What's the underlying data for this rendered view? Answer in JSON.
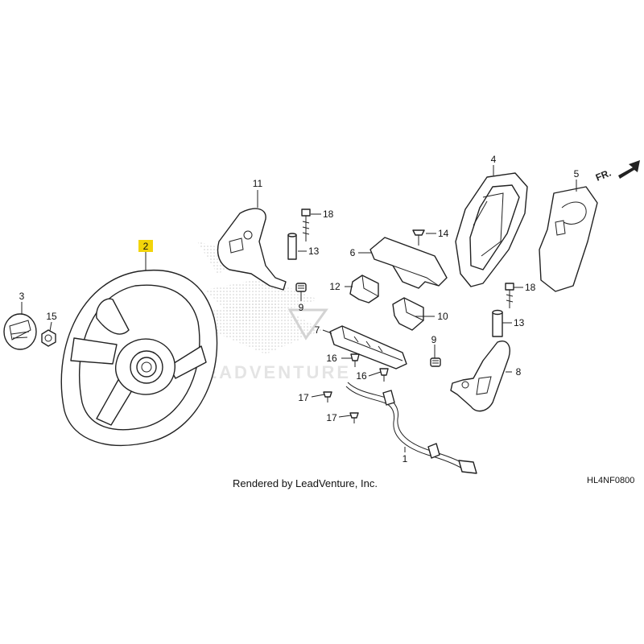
{
  "labels": {
    "p1": "1",
    "p2": "2",
    "p3": "3",
    "p4": "4",
    "p5": "5",
    "p6": "6",
    "p7": "7",
    "p8": "8",
    "p9a": "9",
    "p9b": "9",
    "p10": "10",
    "p11": "11",
    "p12": "12",
    "p13a": "13",
    "p13b": "13",
    "p14": "14",
    "p15": "15",
    "p16a": "16",
    "p16b": "16",
    "p17a": "17",
    "p17b": "17",
    "p18a": "18",
    "p18b": "18"
  },
  "direction": "FR.",
  "footer": "Rendered by LeadVenture, Inc.",
  "diagram_code": "HL4NF0800",
  "watermark": "LEADVENTURE",
  "colors": {
    "highlight": "#f2d40a",
    "line": "#222222"
  }
}
